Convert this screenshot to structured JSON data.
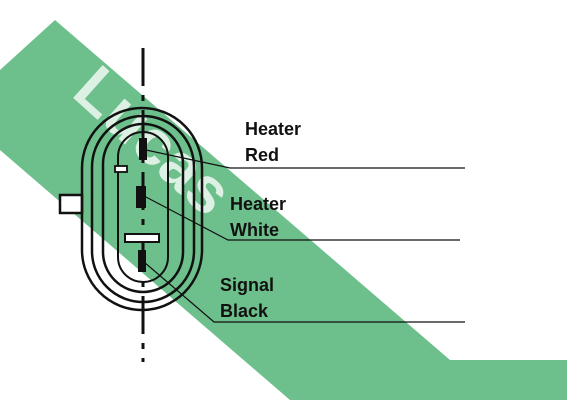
{
  "labels": {
    "heater_red": {
      "line1": "Heater",
      "line2": "Red"
    },
    "heater_white": {
      "line1": "Heater",
      "line2": "White"
    },
    "signal_black": {
      "line1": "Signal",
      "line2": "Black"
    }
  },
  "watermark": {
    "text": "Lucas"
  },
  "colors": {
    "watermark": "#6dbf8b",
    "ink": "#111111",
    "background": "#ffffff"
  }
}
